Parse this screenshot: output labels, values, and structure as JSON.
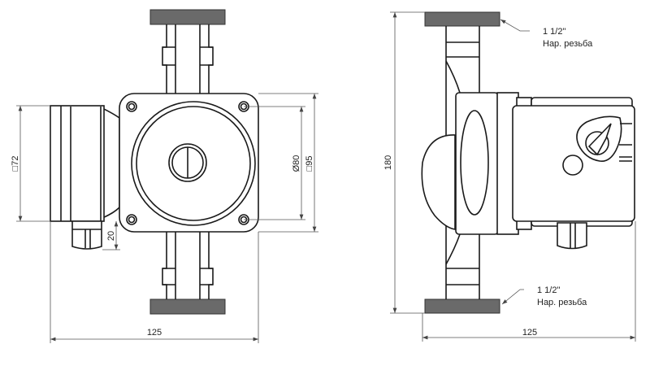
{
  "front_view": {
    "dim_width": "125",
    "dim_box": "□72",
    "dim_junction": "20",
    "dim_circle": "Ø80",
    "dim_body": "□95"
  },
  "side_view": {
    "dim_height": "180",
    "dim_width": "125",
    "top_thread_size": "1 1/2\"",
    "top_thread_type": "Нар. резьба",
    "bottom_thread_size": "1 1/2\"",
    "bottom_thread_type": "Нар. резьба"
  }
}
